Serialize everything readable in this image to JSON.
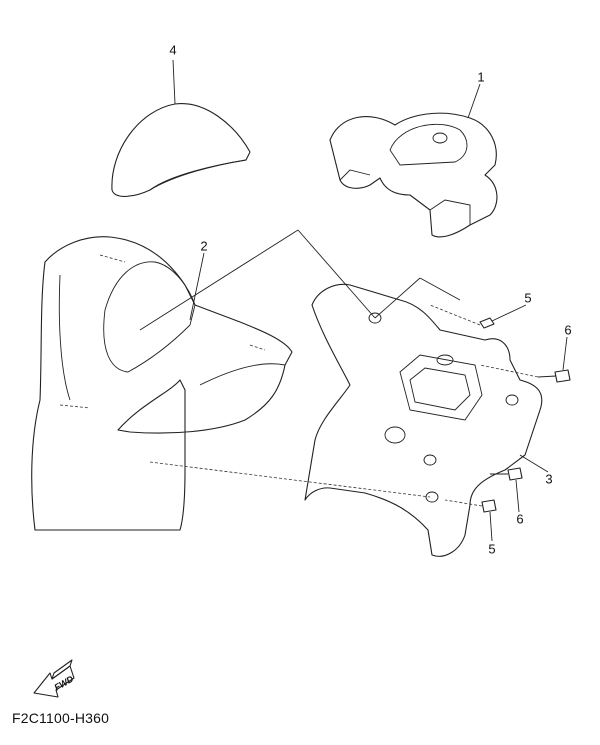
{
  "diagram": {
    "callouts": [
      {
        "id": "callout-4a",
        "text": "4"
      },
      {
        "id": "callout-1",
        "text": "1"
      },
      {
        "id": "callout-2",
        "text": "2"
      },
      {
        "id": "callout-5a",
        "text": "5"
      },
      {
        "id": "callout-6a",
        "text": "6"
      },
      {
        "id": "callout-3",
        "text": "3"
      },
      {
        "id": "callout-6b",
        "text": "6"
      },
      {
        "id": "callout-5b",
        "text": "5"
      }
    ],
    "fwd_label": "FWD",
    "drawing_code": "F2C1100-H360"
  }
}
